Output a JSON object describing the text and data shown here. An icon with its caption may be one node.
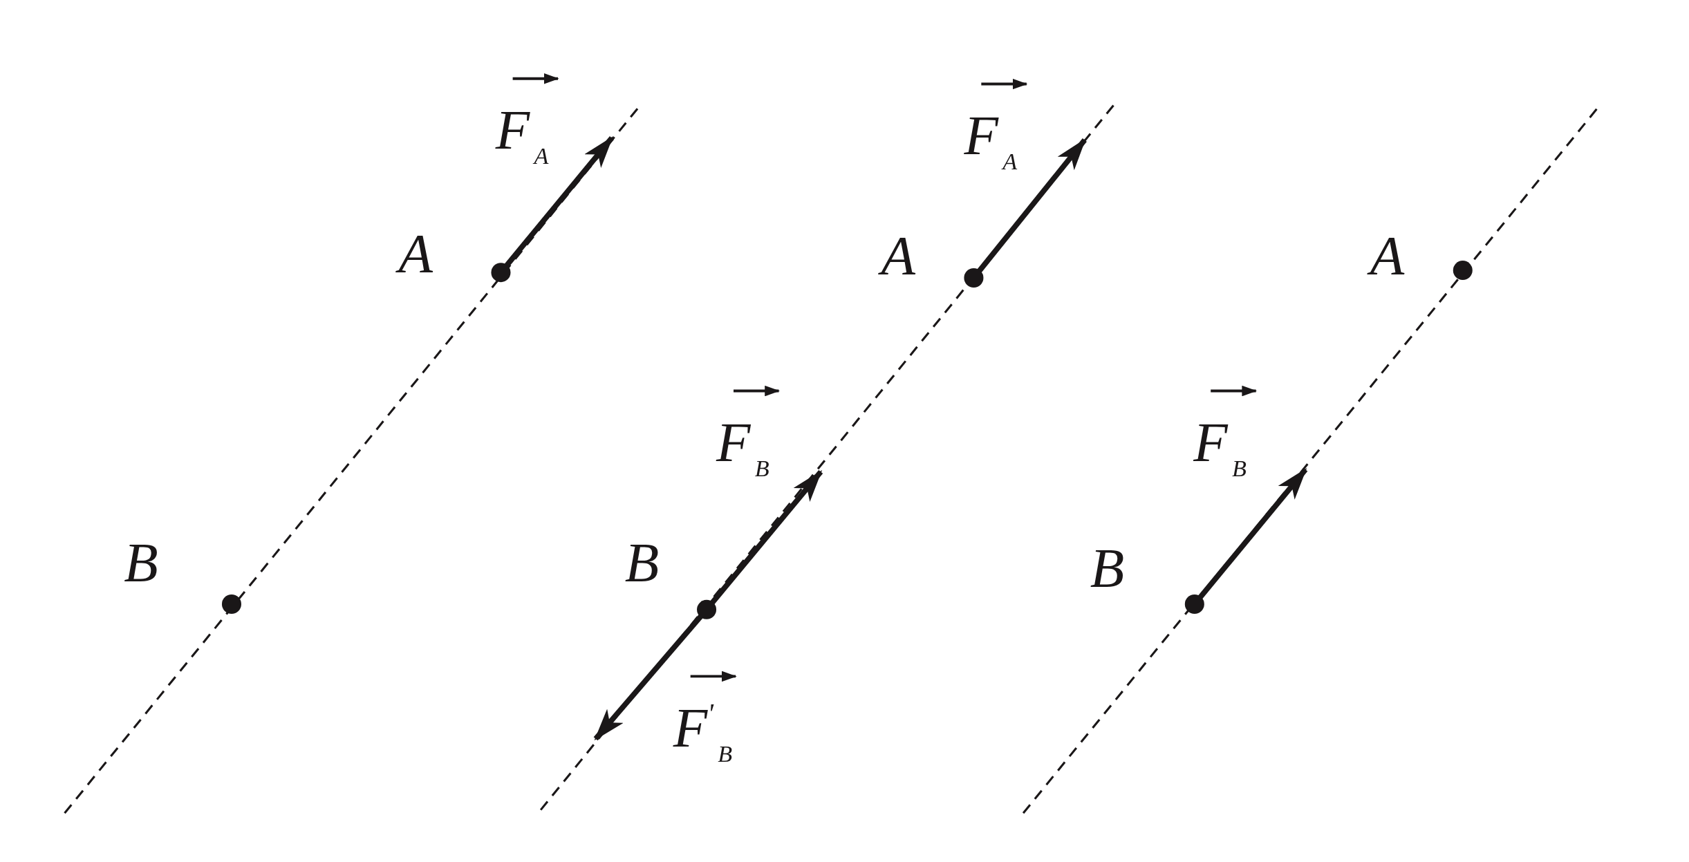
{
  "diagram": {
    "labels": [
      "F$_{A}$",
      "A",
      "B",
      "F$_{A}$",
      "A",
      "F$_{B}$",
      "B",
      "F$^{'}$$_{B}$",
      "A",
      "F$_{B}$",
      "B"
    ]
  }
}
